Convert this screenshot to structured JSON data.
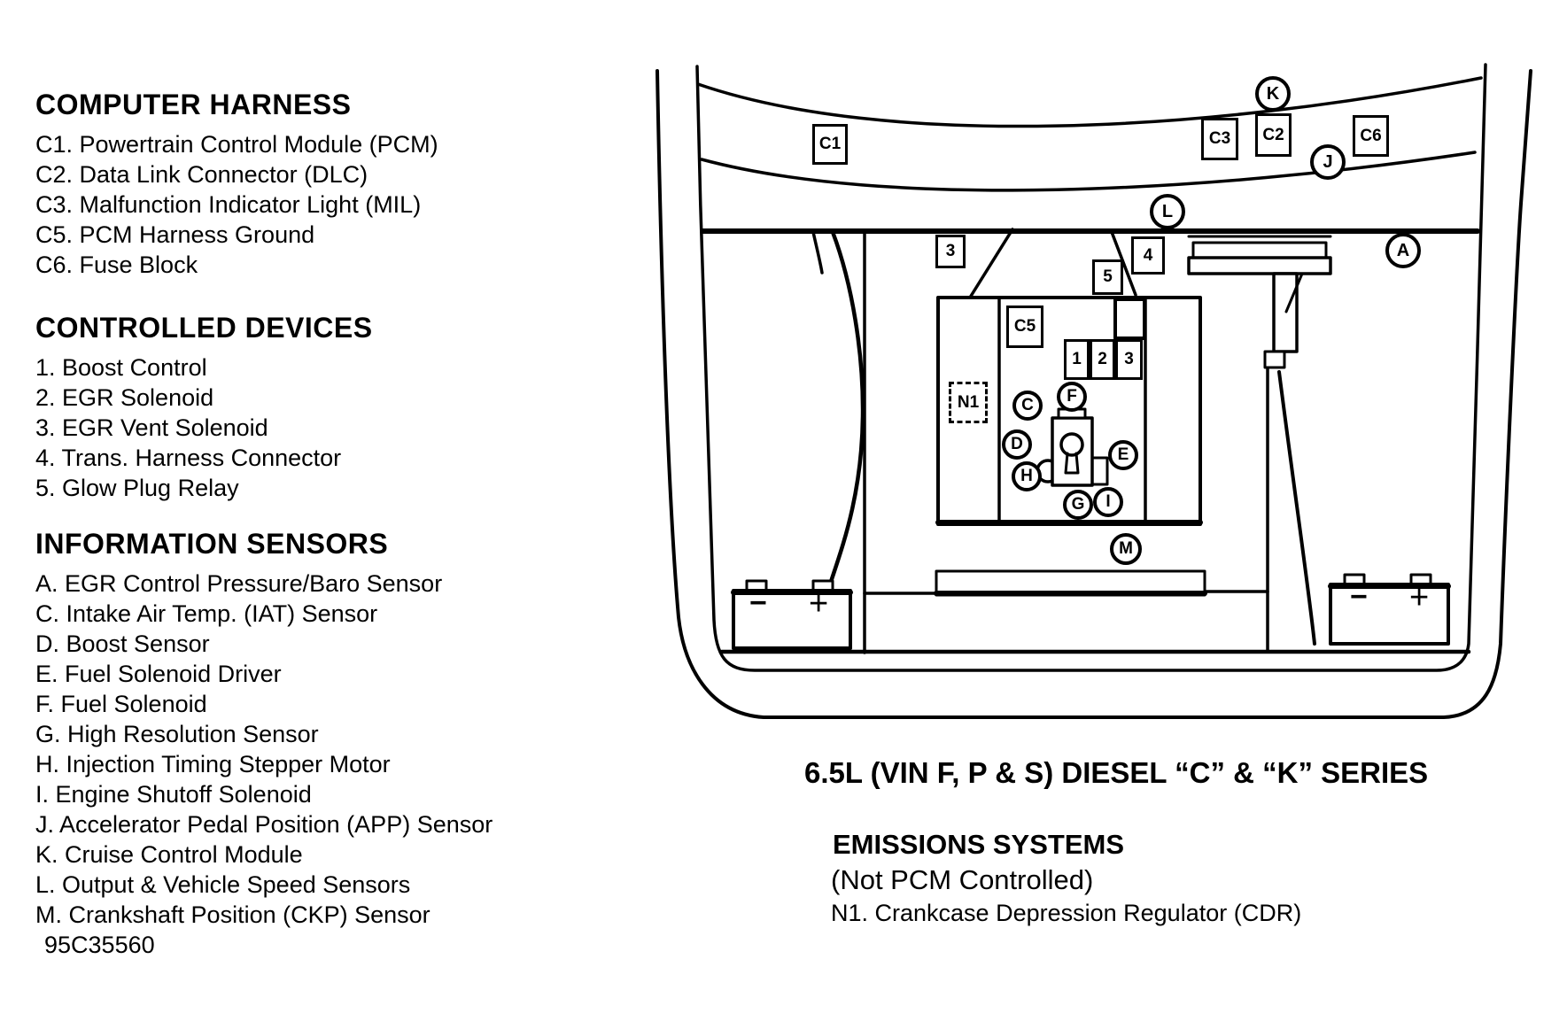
{
  "legend": {
    "sections": [
      {
        "title": "COMPUTER HARNESS",
        "items": [
          "C1. Powertrain Control Module (PCM)",
          "C2. Data Link Connector (DLC)",
          "C3. Malfunction Indicator Light (MIL)",
          "C5. PCM Harness Ground",
          "C6. Fuse Block"
        ]
      },
      {
        "title": "CONTROLLED DEVICES",
        "items": [
          "1. Boost Control",
          "2. EGR Solenoid",
          "3. EGR Vent Solenoid",
          "4. Trans. Harness Connector",
          "5. Glow Plug Relay"
        ]
      },
      {
        "title": "INFORMATION SENSORS",
        "items": [
          "A. EGR Control Pressure/Baro Sensor",
          "C. Intake Air Temp. (IAT) Sensor",
          "D. Boost Sensor",
          "E. Fuel Solenoid Driver",
          "F. Fuel Solenoid",
          "G. High Resolution Sensor",
          "H. Injection Timing Stepper Motor",
          "I. Engine Shutoff Solenoid",
          "J. Accelerator Pedal Position (APP) Sensor",
          "K. Cruise Control Module",
          "L. Output & Vehicle Speed Sensors",
          "M. Crankshaft Position (CKP) Sensor"
        ]
      }
    ]
  },
  "diagram": {
    "callouts": {
      "c1": "C1",
      "c2": "C2",
      "c3": "C3",
      "c5": "C5",
      "c6": "C6",
      "n1": "N1",
      "b3": "3",
      "b4": "4",
      "b5": "5",
      "r1": "1",
      "r2": "2",
      "r3": "3",
      "a": "A",
      "c": "C",
      "d": "D",
      "e": "E",
      "f": "F",
      "g": "G",
      "h": "H",
      "i": "I",
      "j": "J",
      "k": "K",
      "l": "L",
      "m": "M"
    },
    "battery": {
      "minus": "−",
      "plus": "+"
    }
  },
  "captions": {
    "series": "6.5L (VIN F, P & S) DIESEL “C” & “K” SERIES",
    "emissions_title": "EMISSIONS SYSTEMS",
    "emissions_sub": "(Not PCM Controlled)",
    "emissions_item": "N1. Crankcase Depression Regulator (CDR)"
  },
  "figure_id": "95C35560"
}
